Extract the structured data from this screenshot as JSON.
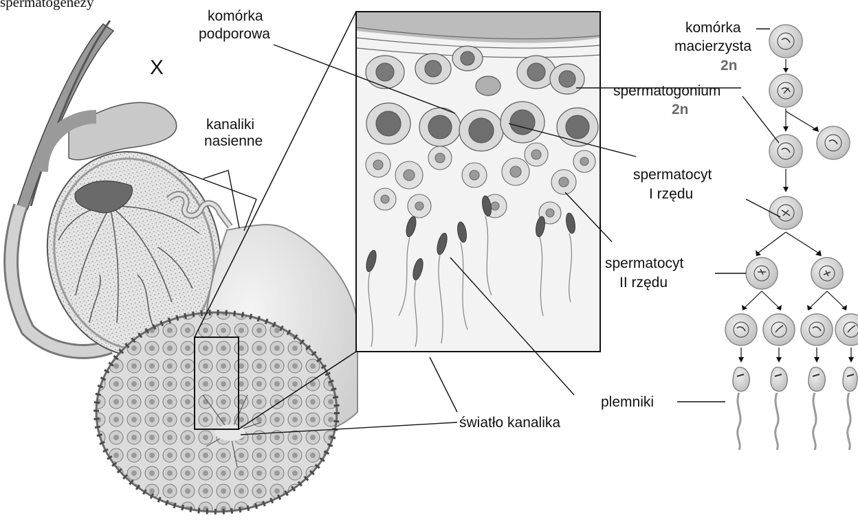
{
  "top_clipped_text": "spermatogenezy",
  "labels": {
    "x_marker": "X",
    "kanaliki_line1": "kanaliki",
    "kanaliki_line2": "nasienne",
    "podporowa_line1": "komórka",
    "podporowa_line2": "podporowa",
    "macierzysta_line1": "komórka",
    "macierzysta_line2": "macierzysta",
    "macierzysta_ploidy": "2n",
    "spermatogonium": "spermatogonium",
    "spermatogonium_ploidy": "2n",
    "spermatocyt1_line1": "spermatocyt",
    "spermatocyt1_line2": "I rzędu",
    "spermatocyt2_line1": "spermatocyt",
    "spermatocyt2_line2": "II rzędu",
    "plemniki": "plemniki",
    "swiatlo": "światło kanalika"
  },
  "colors": {
    "line": "#1a1a1a",
    "cell_fill": "#d6d6d6",
    "cell_stroke": "#8a8a8a",
    "tissue_fill": "#ececec",
    "nucleus": "#6e6e6e"
  }
}
